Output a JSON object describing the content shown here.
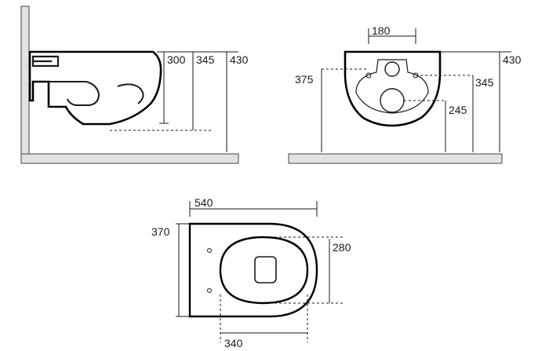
{
  "side_view": {
    "dimensions": [
      "300",
      "345",
      "430"
    ]
  },
  "front_view": {
    "dimensions": [
      "180",
      "375",
      "345",
      "245",
      "430"
    ]
  },
  "top_view": {
    "dimensions": [
      "540",
      "370",
      "280",
      "340"
    ]
  }
}
